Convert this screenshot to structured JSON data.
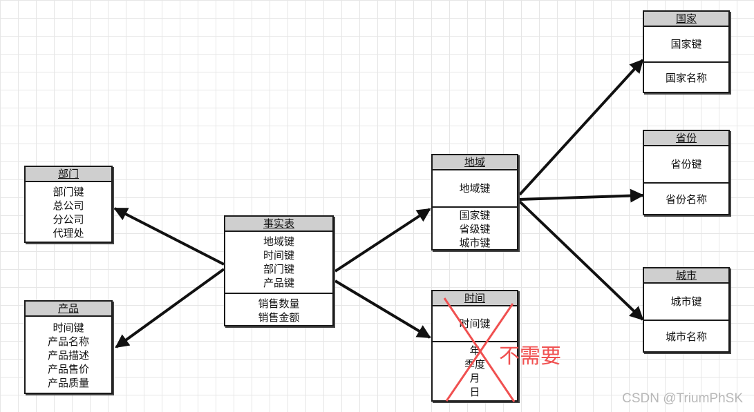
{
  "entities": {
    "dept": {
      "title": "部门",
      "fields": [
        "部门键",
        "总公司",
        "分公司",
        "代理处"
      ]
    },
    "product": {
      "title": "产品",
      "fields": [
        "时间键",
        "产品名称",
        "产品描述",
        "产品售价",
        "产品质量"
      ]
    },
    "fact": {
      "title": "事实表",
      "keys": [
        "地域键",
        "时间键",
        "部门键",
        "产品键"
      ],
      "measures": [
        "销售数量",
        "销售金额"
      ]
    },
    "region": {
      "title": "地域",
      "key": "地域键",
      "fields": [
        "国家键",
        "省级键",
        "城市键"
      ]
    },
    "time": {
      "title": "时间",
      "key": "时间键",
      "fields": [
        "年",
        "季度",
        "月",
        "日"
      ]
    },
    "country": {
      "title": "国家",
      "key": "国家键",
      "field": "国家名称"
    },
    "province": {
      "title": "省份",
      "key": "省份键",
      "field": "省份名称"
    },
    "city": {
      "title": "城市",
      "key": "城市键",
      "field": "城市名称"
    }
  },
  "annotation": "不需要",
  "watermark": "CSDN @TriumPhSK",
  "colors": {
    "header": "#cfcfcf",
    "border": "#1a1a1a",
    "annotation": "#f05050",
    "grid": "#e6e6e6"
  }
}
